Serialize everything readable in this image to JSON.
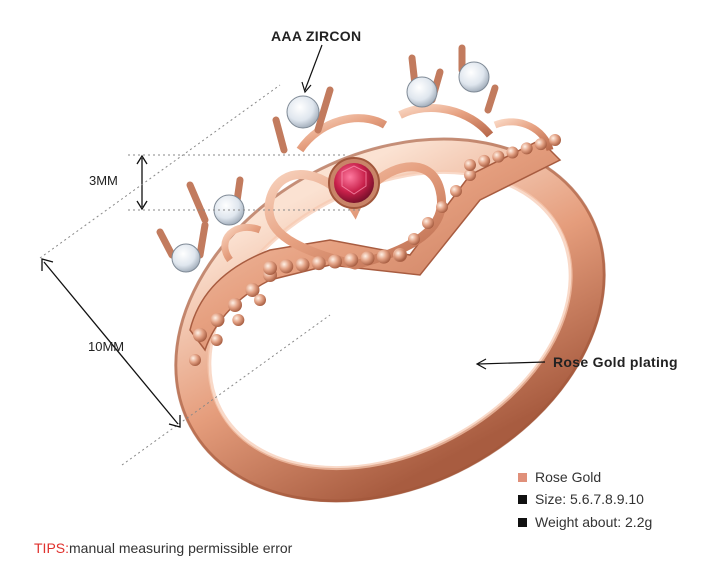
{
  "annotations": {
    "zircon": "AAA ZIRCON",
    "height": "3MM",
    "width": "10MM",
    "plating": "Rose Gold plating"
  },
  "specs": [
    {
      "text": "Rose Gold",
      "marker_color": "#e0907a"
    },
    {
      "text": "Size: 5.6.7.8.9.10",
      "marker_color": "#111111"
    },
    {
      "text": "Weight about: 2.2g",
      "marker_color": "#111111"
    }
  ],
  "tips": {
    "prefix": "TIPS:",
    "text": "manual measuring permissible error",
    "prefix_color": "#e0312d"
  },
  "colors": {
    "rose_gold": "#e8a98b",
    "rose_gold_dark": "#b86a4c",
    "ruby": "#c8204a",
    "zircon": "#eef2f6"
  }
}
